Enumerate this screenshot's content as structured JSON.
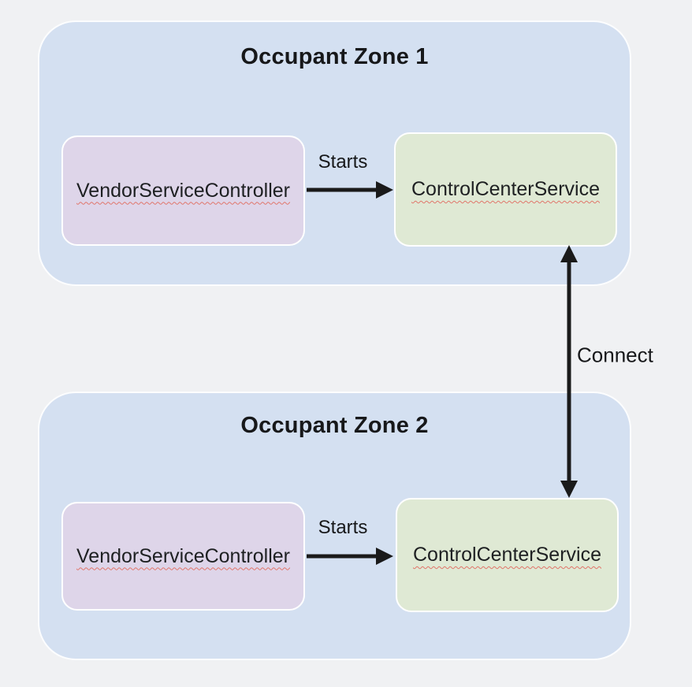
{
  "diagram_type": "component-diagram",
  "colors": {
    "page_background": "#f0f1f3",
    "zone_fill": "#d4e0f1",
    "zone_border": "#fcfdfe",
    "vendor_node_fill": "#ded5e9",
    "control_node_fill": "#dfe9d4",
    "node_border": "#ffffff",
    "text": "#1e2022",
    "arrow": "#1a1a1a",
    "spellcheck_squiggle": "#e0756a"
  },
  "zones": [
    {
      "title": "Occupant Zone 1",
      "vendor_label": "VendorServiceController",
      "control_label": "ControlCenterService",
      "starts_label": "Starts"
    },
    {
      "title": "Occupant Zone 2",
      "vendor_label": "VendorServiceController",
      "control_label": "ControlCenterService",
      "starts_label": "Starts"
    }
  ],
  "connect_label": "Connect",
  "edges": [
    {
      "from": "VendorServiceController (Zone 1)",
      "to": "ControlCenterService (Zone 1)",
      "label": "Starts",
      "direction": "one-way"
    },
    {
      "from": "VendorServiceController (Zone 2)",
      "to": "ControlCenterService (Zone 2)",
      "label": "Starts",
      "direction": "one-way"
    },
    {
      "from": "ControlCenterService (Zone 1)",
      "to": "ControlCenterService (Zone 2)",
      "label": "Connect",
      "direction": "two-way"
    }
  ]
}
